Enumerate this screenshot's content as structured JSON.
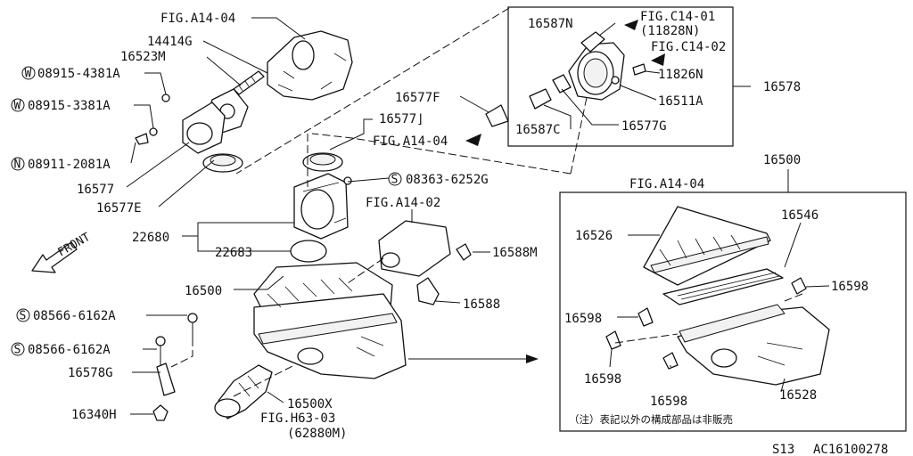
{
  "labels": {
    "fig_a14_04_top": "FIG.A14-04",
    "p14414g": "14414G",
    "p16523m": "16523M",
    "w08915_4381a": "08915-4381A",
    "w08915_3381a": "08915-3381A",
    "n08911_2081a": "08911-2081A",
    "p16577": "16577",
    "p16577e": "16577E",
    "front": "FRONT",
    "p22680": "22680",
    "p22683": "22683",
    "p16500_left": "16500",
    "s08566_a": "08566-6162A",
    "s08566_b": "08566-6162A",
    "p16578g": "16578G",
    "p16340h": "16340H",
    "p16500x": "16500X",
    "fig_h63_03": "FIG.H63-03",
    "p62880m": "(62880M)",
    "p16577f": "16577F",
    "p16577j": "16577⌋",
    "fig_a14_04_mid": "FIG.A14-04",
    "s08363": "08363-6252G",
    "fig_a14_02": "FIG.A14-02",
    "p16588m": "16588M",
    "p16588": "16588",
    "p16587n": "16587N",
    "fig_c14_01": "FIG.C14-01",
    "p11828n": "(11828N)",
    "fig_c14_02": "FIG.C14-02",
    "p11826n": "11826N",
    "p16511a": "16511A",
    "p16587c": "16587C",
    "p16577g": "16577G",
    "p16578": "16578",
    "p16500_right": "16500",
    "fig_a14_04_right": "FIG.A14-04",
    "p16526": "16526",
    "p16546": "16546",
    "p16598_a": "16598",
    "p16598_b": "16598",
    "p16598_c": "16598",
    "p16598_d": "16598",
    "p16528": "16528",
    "note": "（注）表記以外の構成部品は非販売",
    "page_code": "S13",
    "diagram_code": "AC16100278"
  },
  "markers": {
    "washer": "W",
    "nut": "N",
    "screw": "S"
  }
}
